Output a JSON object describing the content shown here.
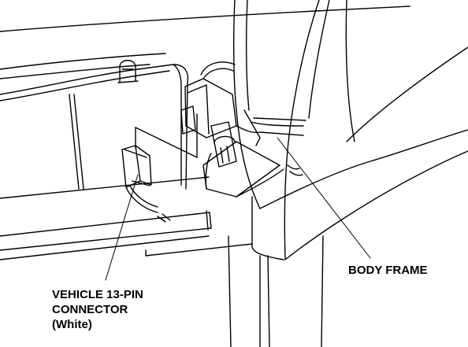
{
  "callouts": {
    "body_frame": "BODY FRAME",
    "connector_line1": "VEHICLE 13-PIN",
    "connector_line2": "CONNECTOR",
    "connector_line3": "(White)"
  },
  "colors": {
    "line": "#000000",
    "background": "#ffffff"
  }
}
